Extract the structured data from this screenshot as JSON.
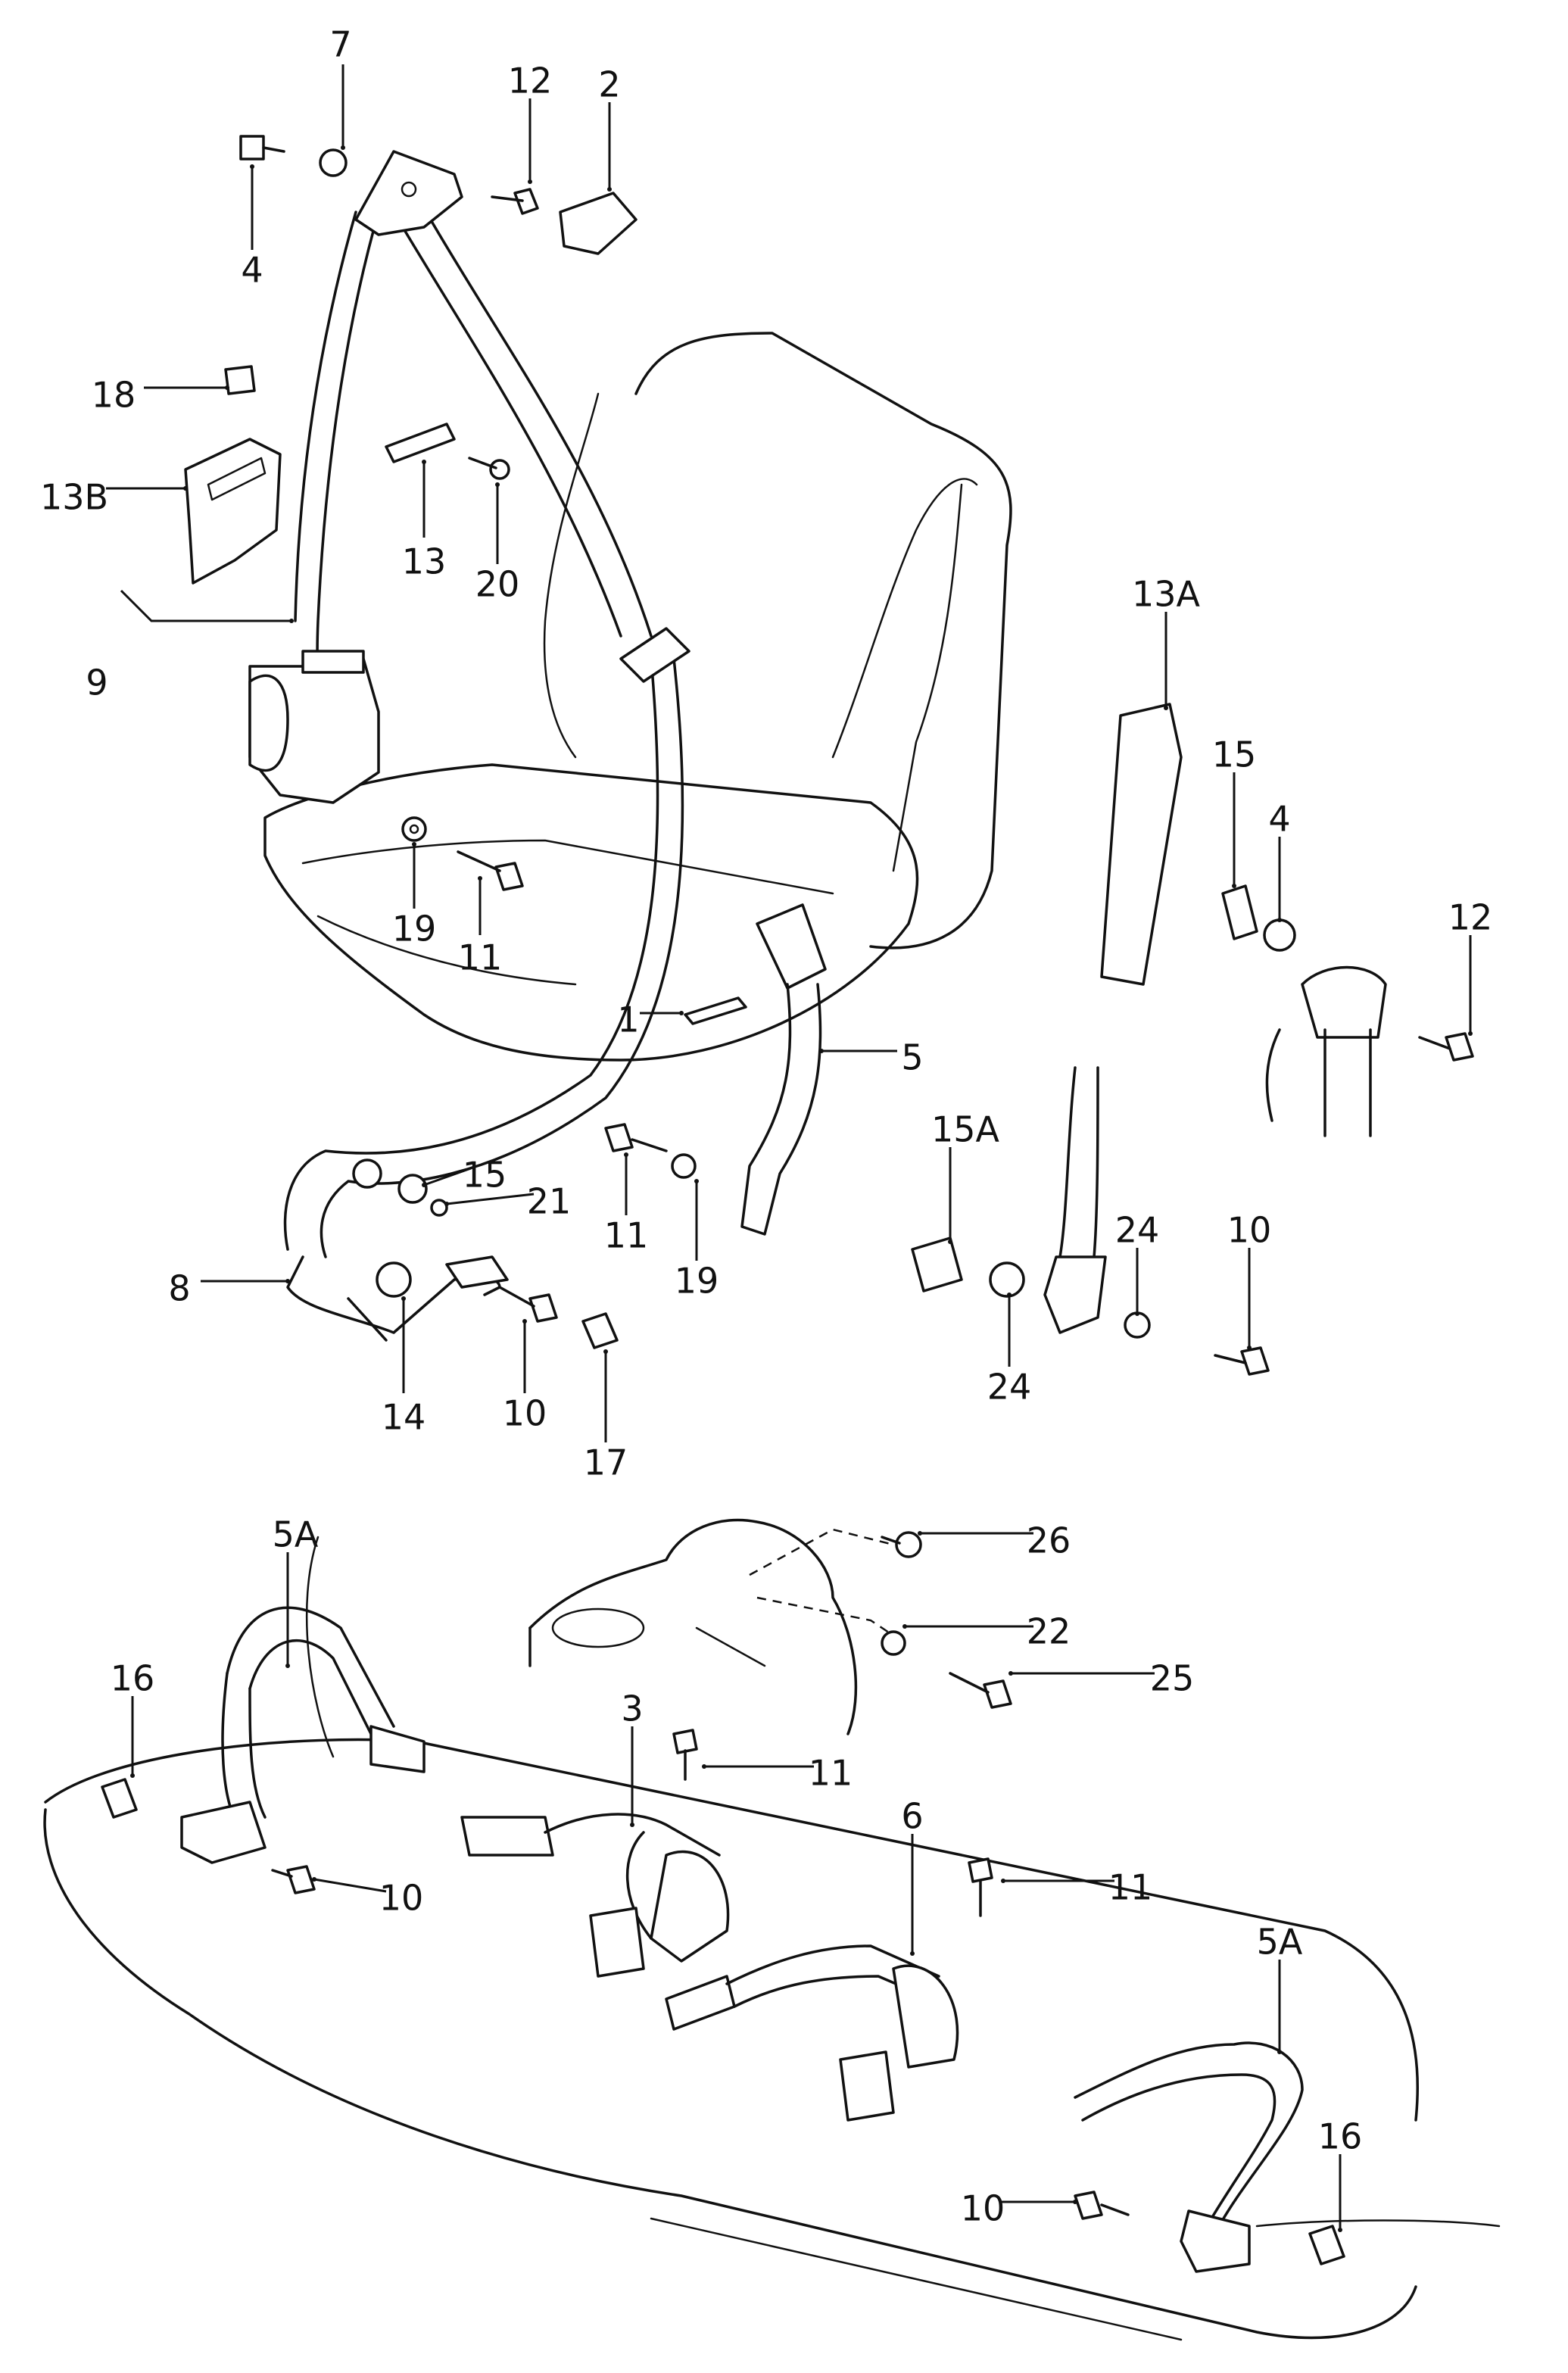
{
  "diagram": {
    "labels": [
      "7",
      "12",
      "2",
      "4",
      "18",
      "13B",
      "13",
      "20",
      "9",
      "13A",
      "15",
      "4",
      "12",
      "19",
      "11",
      "1",
      "5",
      "15",
      "21",
      "8",
      "11",
      "19",
      "15A",
      "24",
      "10",
      "14",
      "10",
      "17",
      "24",
      "5A",
      "16",
      "10",
      "3",
      "11",
      "26",
      "22",
      "25",
      "6",
      "11",
      "5A",
      "16",
      "10"
    ]
  }
}
